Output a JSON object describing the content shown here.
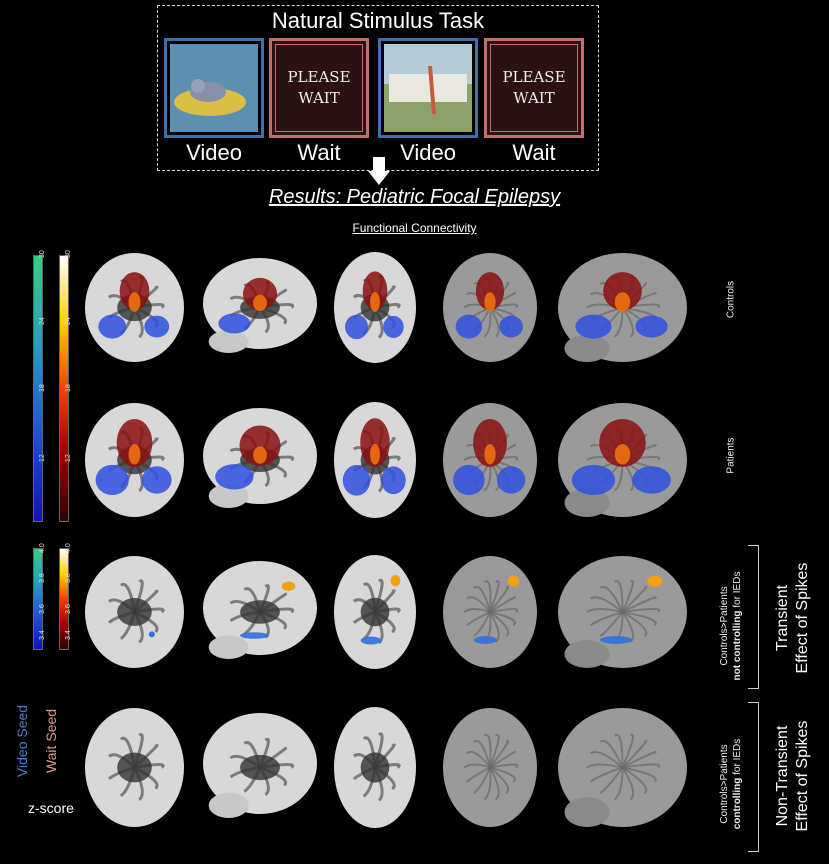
{
  "task": {
    "title": "Natural Stimulus Task",
    "frames": [
      {
        "type": "video",
        "label": "Video"
      },
      {
        "type": "wait",
        "label": "Wait",
        "text_line1": "PLEASE",
        "text_line2": "WAIT"
      },
      {
        "type": "video",
        "label": "Video"
      },
      {
        "type": "wait",
        "label": "Wait",
        "text_line1": "PLEASE",
        "text_line2": "WAIT"
      }
    ]
  },
  "results_title": "Results: Pediatric Focal Epilepsy",
  "fc_label": "Functional Connectivity",
  "colorbar_top": {
    "blue_ticks": [
      "12",
      "18",
      "24",
      "30"
    ],
    "red_ticks": [
      "12",
      "18",
      "24",
      "30"
    ]
  },
  "colorbar_bottom": {
    "blue_ticks": [
      "3.4",
      "3.6",
      "3.8",
      "4.0"
    ],
    "red_ticks": [
      "3.4",
      "3.6",
      "3.8",
      "4.0"
    ]
  },
  "rows": [
    {
      "label": "Controls"
    },
    {
      "label": "Patients"
    },
    {
      "label_line1": "Controls>Patients",
      "label_bold": "not controlling",
      "label_rest": " for IEDs"
    },
    {
      "label_line1": "Controls>Patients",
      "label_bold": "controlling",
      "label_rest": " for IEDs"
    }
  ],
  "effects": {
    "transient_line1": "Transient",
    "transient_line2": "Effect of Spikes",
    "nontransient_line1": "Non-Transient",
    "nontransient_line2": "Effect of Spikes"
  },
  "legend": {
    "video_seed": "Video Seed",
    "wait_seed": "Wait Seed",
    "zscore": "z-score"
  },
  "colors": {
    "video": "#4a7fd0",
    "wait": "#e89a8a",
    "frame_video": "#3f6fb0",
    "frame_wait": "#c0706a"
  }
}
